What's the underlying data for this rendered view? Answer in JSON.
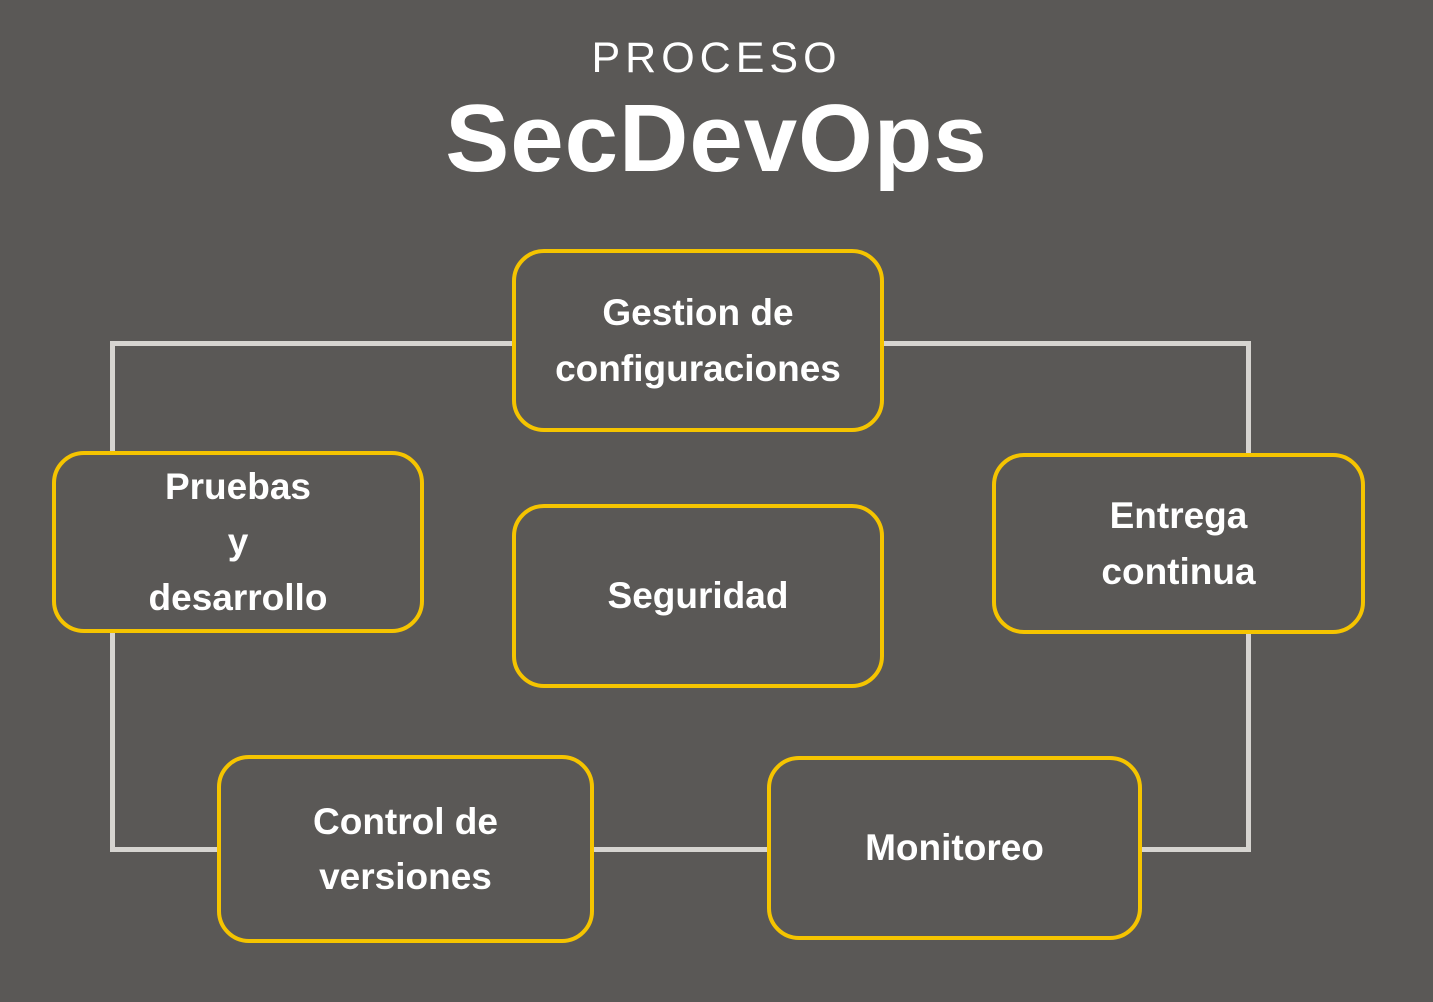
{
  "title": {
    "kicker": "PROCESO",
    "main": "SecDevOps"
  },
  "nodes": [
    {
      "id": "gestion-de-configuraciones",
      "label": "Gestion de\nconfiguraciones"
    },
    {
      "id": "pruebas-y-desarrollo",
      "label": "Pruebas\ny\ndesarrollo"
    },
    {
      "id": "seguridad",
      "label": "Seguridad"
    },
    {
      "id": "entrega-continua",
      "label": "Entrega\ncontinua"
    },
    {
      "id": "control-de-versiones",
      "label": "Control de\nversiones"
    },
    {
      "id": "monitoreo",
      "label": "Monitoreo"
    }
  ],
  "colors": {
    "background": "#5a5856",
    "node_border": "#f5c400",
    "connector_line": "#d6d4d0",
    "text": "#ffffff"
  }
}
